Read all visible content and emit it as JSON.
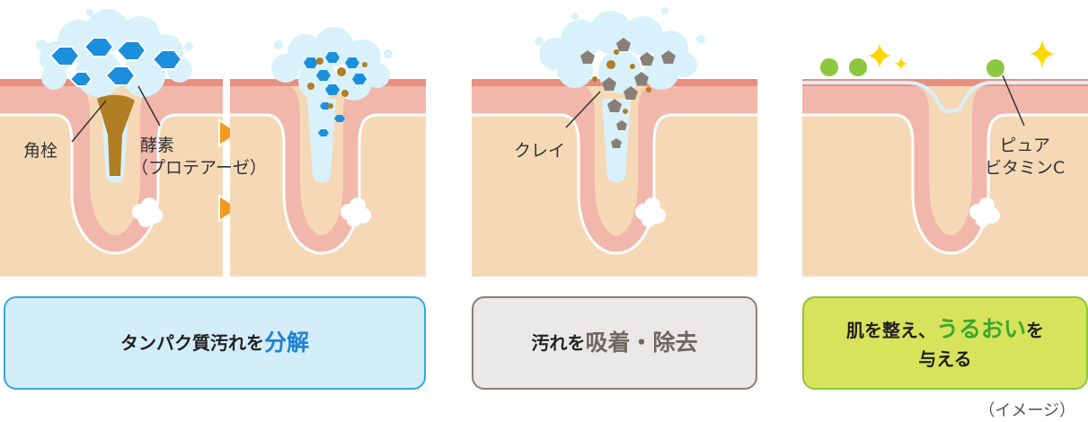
{
  "labels": {
    "kakusen": "角栓",
    "enzyme_line1": "酵素",
    "enzyme_line2": "（プロテアーゼ）",
    "clay": "クレイ",
    "vitc_line1": "ピュア",
    "vitc_line2": "ビタミンC"
  },
  "captions": {
    "panel1": {
      "text": "タンパク質汚れを",
      "highlight": "分解"
    },
    "panel2": {
      "text": "汚れを",
      "highlight": "吸着・除去"
    },
    "panel3": {
      "line1_a": "肌を整え、",
      "line1_highlight": "うるおい",
      "line1_b": "を",
      "line2": "与える"
    }
  },
  "note": "（イメージ）",
  "colors": {
    "skin_outer": "#f5d9b6",
    "skin_layer": "#f2b7ab",
    "skin_top": "#e88f80",
    "foam": "#d8f1fb",
    "enzyme": "#1b8fdc",
    "sebum": "#b07e22",
    "clay": "#8a7f76",
    "vitamin": "#8dc63f",
    "sparkle": "#ffd700",
    "arrow": "#f39a1e"
  },
  "icons": [
    "enzyme-hexagon-icon",
    "clay-pentagon-icon",
    "vitamin-sphere-icon",
    "sparkle-icon",
    "arrow-right-icon"
  ]
}
